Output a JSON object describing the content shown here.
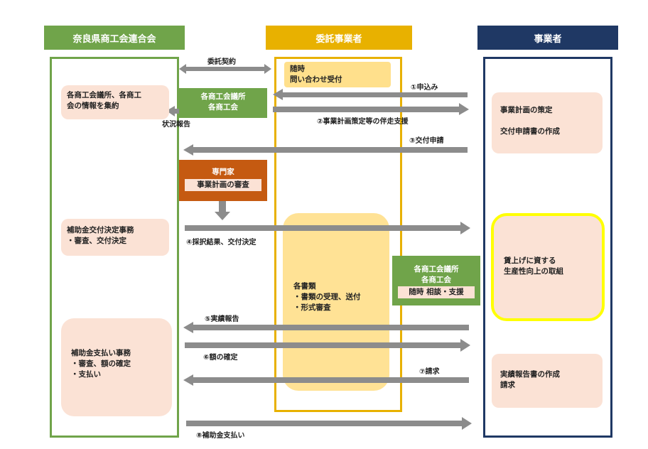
{
  "headers": {
    "federation": "奈良県商工会連合会",
    "contractor": "委託事業者",
    "business": "事業者"
  },
  "labels": {
    "contract": "委託契約",
    "status_report": "状況報告",
    "step1": "①申込み",
    "step2": "②事業計画策定等の伴走支援",
    "step3": "③交付申請",
    "step4": "④採択結果、交付決定",
    "step5": "⑤実績報告",
    "step6": "⑥額の確定",
    "step7": "⑦請求",
    "step8": "⑧補助金支払い"
  },
  "boxes": {
    "inquiry": "随時\n問い合わせ受付",
    "collect_info": "各商工会議所、各商工\n会の情報を集約",
    "chamber_left": "各商工会議所\n各商工会",
    "expert_title": "専門家",
    "expert_task": "事業計画の審査",
    "grant_decision": "補助金交付決定事務\n・審査、交付決定",
    "documents": "各書類\n・書類の受理、送付\n・形式審査",
    "chamber_right": "各商工会議所\n各商工会",
    "chamber_right_task": "随時 相談・支援",
    "payment_office": "補助金支払い事務\n・審査、額の確定\n・支払い",
    "plan": "事業計画の策定\n\n交付申請書の作成",
    "wage_up": "賃上げに資する\n生産性向上の取組",
    "report": "実績報告書の作成\n請求"
  },
  "colors": {
    "green": "#70a44a",
    "gold": "#e8b100",
    "navy": "#1f3864",
    "orange": "#c55a11",
    "pink": "#fbe2d5",
    "light_yellow": "#ffe08c",
    "yellow_highlight": "#ffff00",
    "arrow_gray": "#8c8c8c"
  }
}
